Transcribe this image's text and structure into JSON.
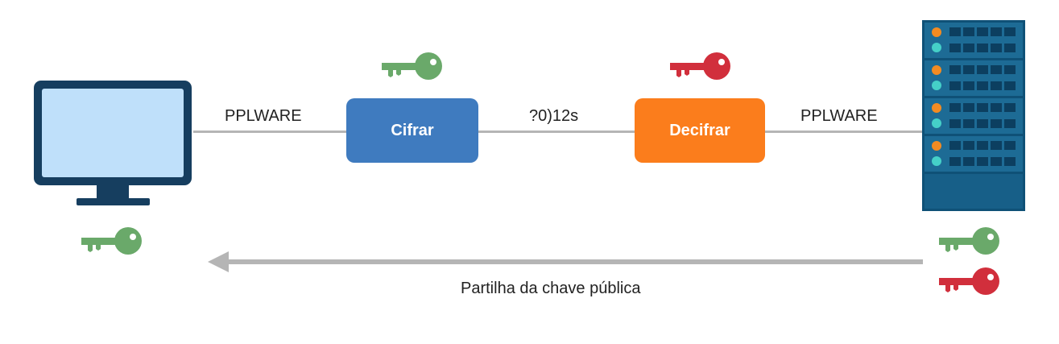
{
  "diagram": {
    "plaintext_left": "PPLWARE",
    "encrypt_label": "Cifrar",
    "ciphertext": "?0)12s",
    "decrypt_label": "Decifrar",
    "plaintext_right": "PPLWARE",
    "share_caption": "Partilha da chave pública"
  },
  "colors": {
    "public_key": "#6aa96a",
    "private_key": "#d12f3c",
    "encrypt_box": "#3f7bbf",
    "decrypt_box": "#fb7d1c",
    "monitor_frame": "#163e5f",
    "monitor_screen": "#bfe0fa",
    "server_body": "#12547a",
    "connector_line": "#b0b0b0"
  },
  "icons": [
    "monitor-icon",
    "server-icon",
    "public-key-icon",
    "private-key-icon",
    "arrow-left-icon"
  ]
}
